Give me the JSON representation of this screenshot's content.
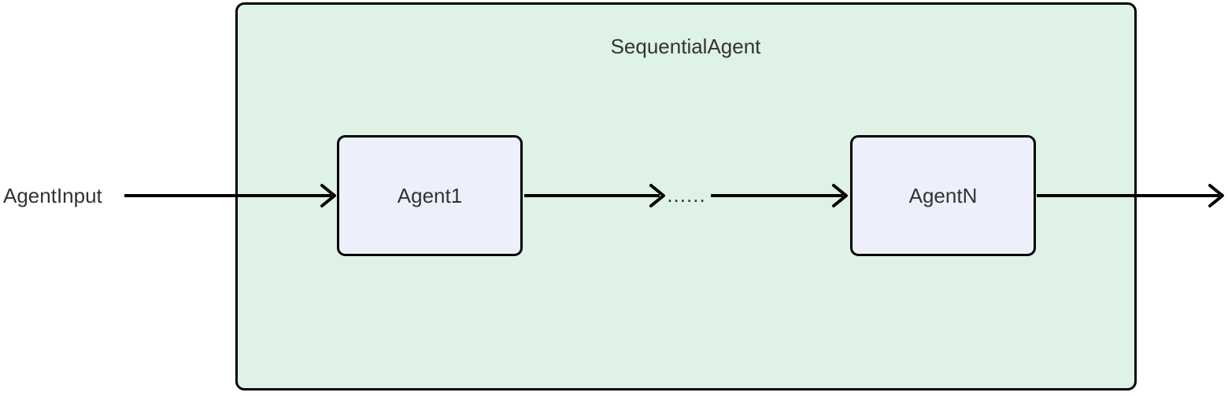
{
  "diagram": {
    "type": "flowchart-left-right",
    "container": {
      "label": "SequentialAgent"
    },
    "input_label": "AgentInput",
    "nodes": [
      {
        "id": "agent1",
        "label": "Agent1"
      },
      {
        "id": "ellipsis",
        "label": "......"
      },
      {
        "id": "agentN",
        "label": "AgentN"
      }
    ],
    "edges": [
      {
        "from": "AgentInput",
        "to": "Agent1"
      },
      {
        "from": "Agent1",
        "to": "......"
      },
      {
        "from": "......",
        "to": "AgentN"
      },
      {
        "from": "AgentN",
        "to": "output"
      }
    ],
    "colors": {
      "container-fill": "#def2e6",
      "node-fill": "#edf0fa",
      "stroke-color": "#000000",
      "text-color": "#333333"
    }
  }
}
